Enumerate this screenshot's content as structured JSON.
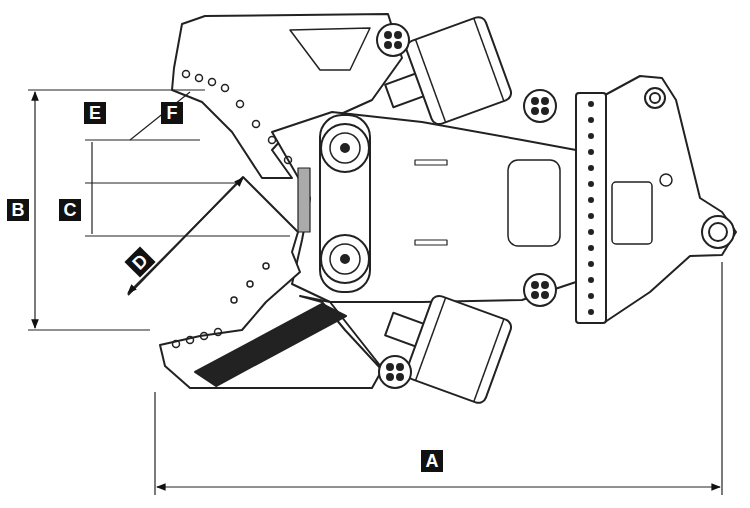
{
  "diagram": {
    "labels": [
      "E",
      "F",
      "B",
      "C",
      "D",
      "A"
    ]
  }
}
